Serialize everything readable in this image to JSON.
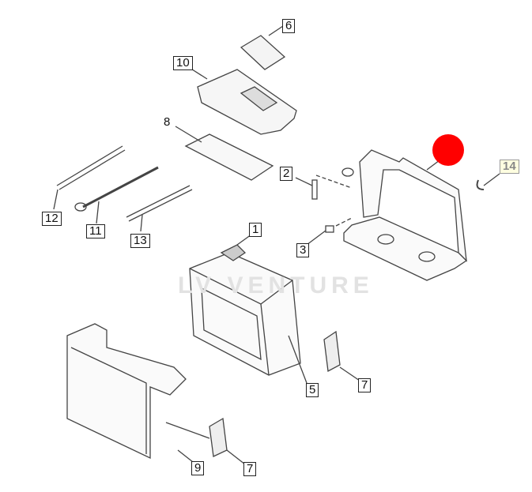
{
  "watermark": "LV VENTURE",
  "callouts": [
    {
      "num": "6"
    },
    {
      "num": "10"
    },
    {
      "num": "8"
    },
    {
      "num": "2"
    },
    {
      "num": "1"
    },
    {
      "num": "3"
    },
    {
      "num": "14",
      "highlighted": true
    },
    {
      "num": "12"
    },
    {
      "num": "11"
    },
    {
      "num": "13"
    },
    {
      "num": "5"
    },
    {
      "num": "7"
    },
    {
      "num": "9"
    },
    {
      "num": "7"
    }
  ],
  "marker_color": "#ff0000"
}
